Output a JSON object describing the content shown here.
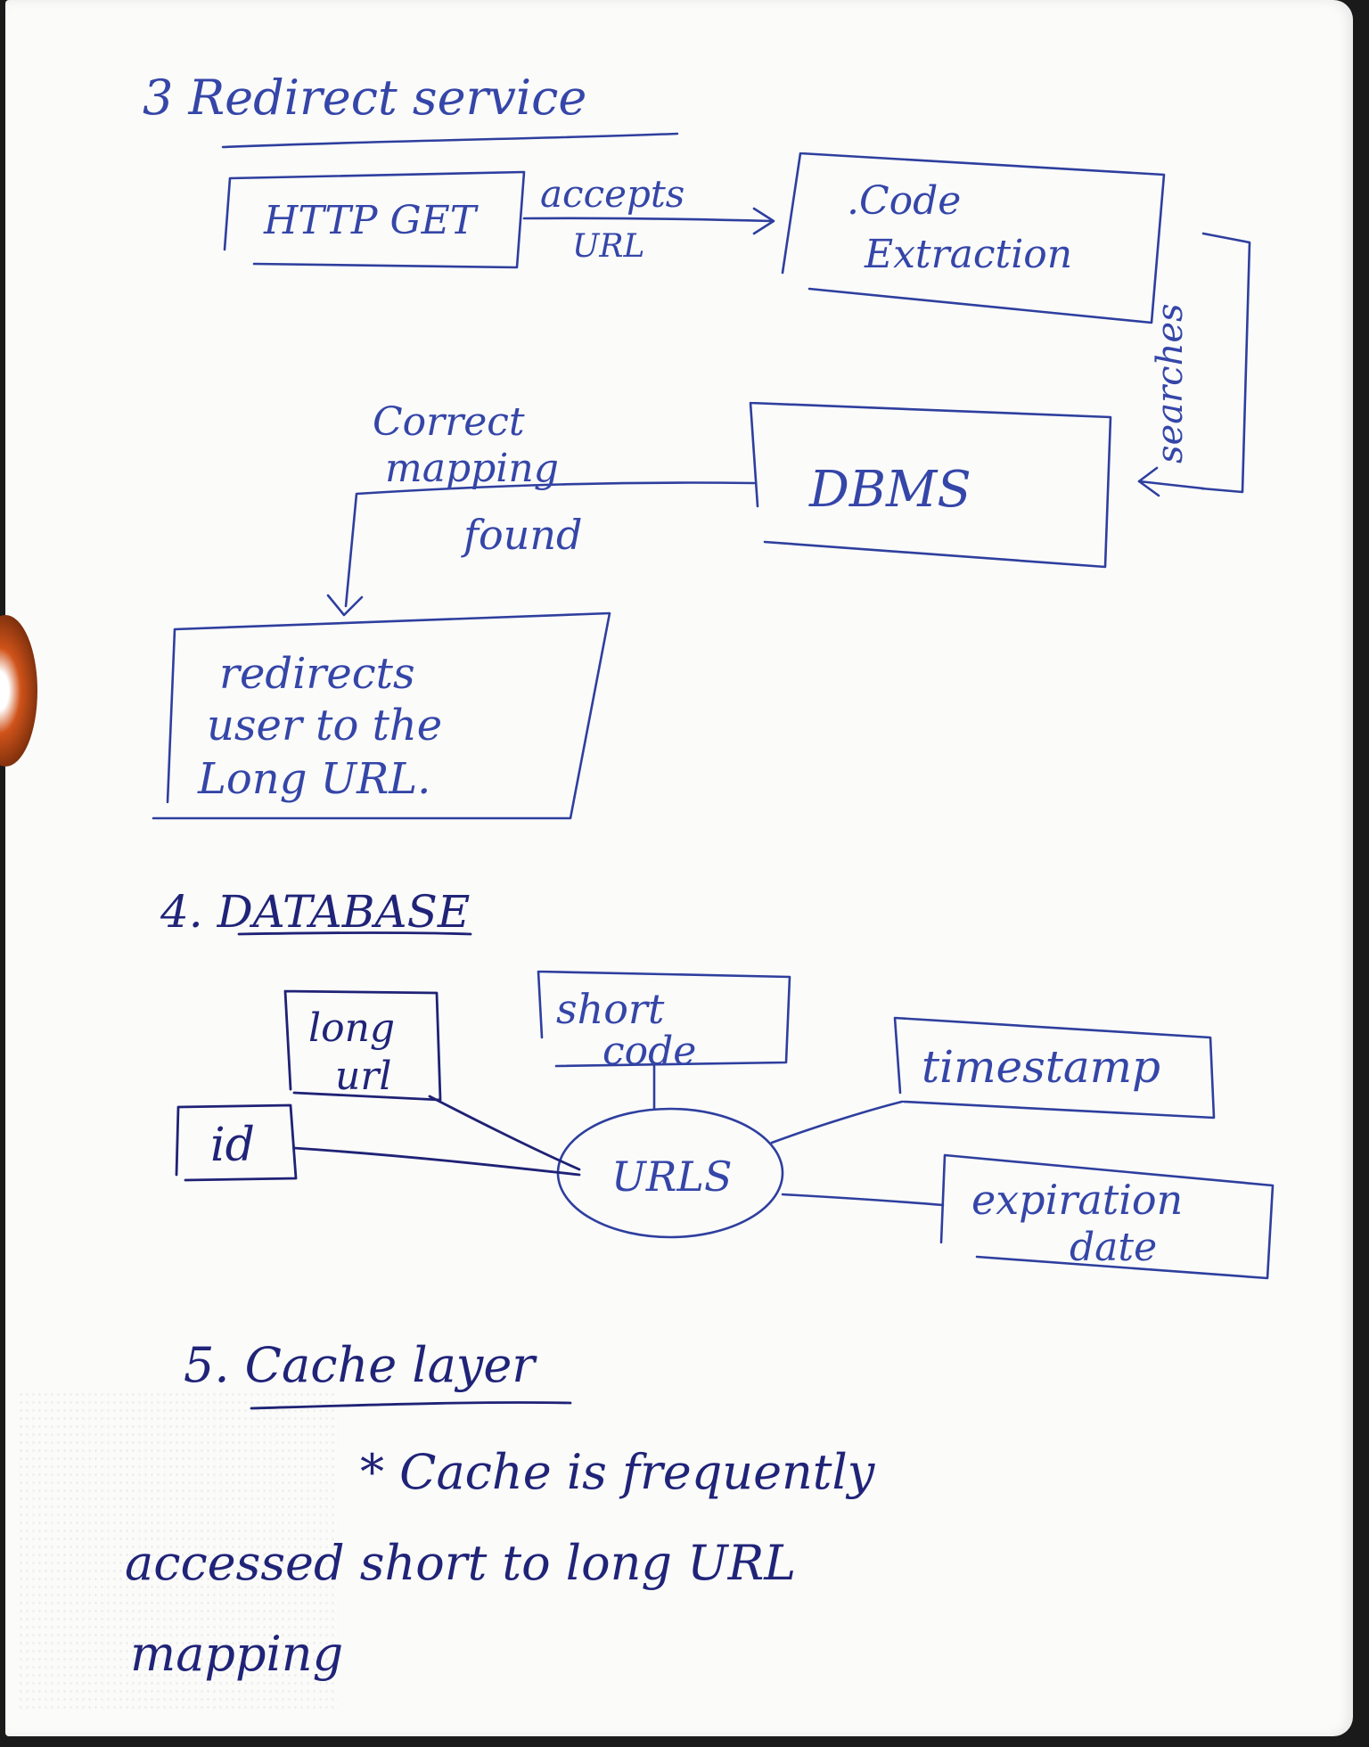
{
  "sections": {
    "redirect": {
      "heading": "3 Redirect service",
      "http_get": "HTTP GET",
      "accepts_line1": "accepts",
      "accepts_line2": "URL",
      "code_line1": ".Code",
      "code_line2": "Extraction",
      "searches": "searches",
      "dbms": "DBMS",
      "mapping_line1": "Correct",
      "mapping_line2": "mapping",
      "mapping_line3": "found",
      "redirect_line1": "redirects",
      "redirect_line2": "user to the",
      "redirect_line3": "Long URL."
    },
    "database": {
      "heading": "4. DATABASE",
      "center": "URLS",
      "id": "id",
      "long_line1": "long",
      "long_line2": "url",
      "short_line1": "short",
      "short_line2": "code",
      "timestamp": "timestamp",
      "expiration_line1": "expiration",
      "expiration_line2": "date"
    },
    "cache": {
      "heading": "5. Cache layer",
      "line1": "* Cache is frequently",
      "line2": "accessed short to long URL",
      "line3": "mapping"
    }
  },
  "colors": {
    "ink_blue": "#2e3f9e",
    "ink_dark": "#1f2275"
  }
}
